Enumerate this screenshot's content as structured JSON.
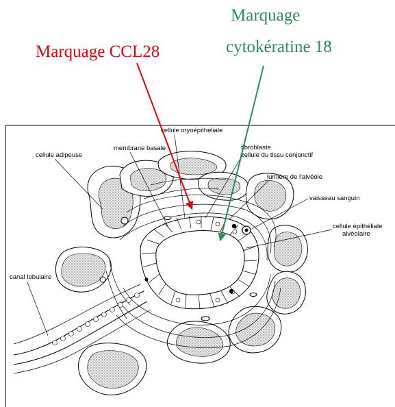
{
  "colors": {
    "ccl28": "#e8000b",
    "cytokeratin": "#2e8b57",
    "ink": "#000000"
  },
  "callouts": {
    "ccl28_label": "Marquage CCL28",
    "cytokeratin_line1": "Marquage",
    "cytokeratin_line2": "cytokératine 18"
  },
  "figure_labels": {
    "myoepithelial_cell": "cellule myoépithéliale",
    "basement_membrane": "membrane basale",
    "fat_cell": "cellule adipeuse",
    "fibroblast_line1": "fibroblaste",
    "fibroblast_line2": "cellule du tissu conjonctif",
    "alveolus_lumen": "lumière de l'alvéole",
    "blood_vessel": "vaisseau sanguin",
    "epithelial_line1": "cellule épithéliale",
    "epithelial_line2": "alvéolaire",
    "lobular_duct": "canal lobulaire"
  }
}
